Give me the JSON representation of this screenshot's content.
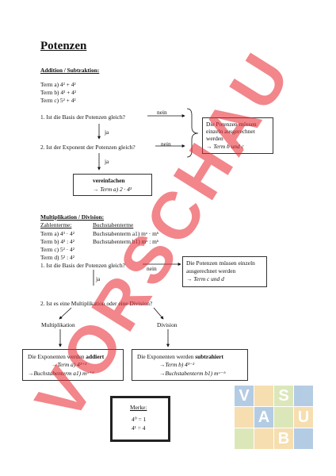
{
  "title": "Potenzen",
  "section1": {
    "heading": "Addition / Subtraktion:",
    "terms": [
      "Term a)  4² + 4²",
      "Term b)  4³ + 4²",
      "Term c)  5² + 4²"
    ],
    "q1": "1.   Ist die Basis der Potenzen gleich?",
    "q2": "2.   Ist der Exponent der Potenzen gleich?",
    "nein1": "nein",
    "nein2": "nein",
    "ja1": "ja",
    "ja2": "ja",
    "box_separately": {
      "line1": "Die Potenzen müssen",
      "line2": "einzeln ausgerechnet",
      "line3": "werden",
      "ref": "→ Term b und c"
    },
    "box_simplify": {
      "label": "vereinfachen",
      "ref": "→ Term a)  2 · 4²"
    }
  },
  "section2": {
    "heading": "Multiplikation / Division:",
    "col1": "Zahlenterme:",
    "col2": "Buchstabenterme",
    "rows": [
      {
        "num": "Term a)  4³ · 4²",
        "let": "Buchstabenterm a1)  mᵃ · mᵇ"
      },
      {
        "num": "Term b)  4³ : 4²",
        "let": "Buchstabenterm b1)  mᵃ : mᵇ"
      },
      {
        "num": "Term c)  5² · 4²",
        "let": ""
      },
      {
        "num": "Term d)  5² : 4²",
        "let": ""
      }
    ],
    "q1": "1.   Ist die Basis der Potenzen gleich?",
    "nein": "nein",
    "ja": "ja",
    "box_separately": {
      "line1": "Die Potenzen müssen einzeln",
      "line2": "ausgerechnet werden",
      "ref": "→ Term c und d"
    },
    "q2": "2. Ist es eine Multiplikation oder eine Division?",
    "mult": "Multiplikation",
    "div": "Division",
    "box_add": {
      "pre": "Die Exponenten werden ",
      "bold": "addiert",
      "ref1": "→Term a) 4³⁺²",
      "ref2": "→Buchstabenterm a1) mᵃ⁺ᵇ"
    },
    "box_sub": {
      "pre": "Die Exponenten werden ",
      "bold": "subtrahiert",
      "ref1": "→Term b) 4³⁻²",
      "ref2": "→Buchstabenterm b1) mᵃ⁻ᵇ"
    }
  },
  "merke": {
    "title": "Merke:",
    "line1": "4⁰ = 1",
    "line2": "4¹ = 4"
  },
  "watermark": {
    "text": "VORSCHAU",
    "color": "#e8232b"
  },
  "logo": {
    "letters": [
      "V",
      "S",
      "A",
      "U",
      "B"
    ]
  }
}
